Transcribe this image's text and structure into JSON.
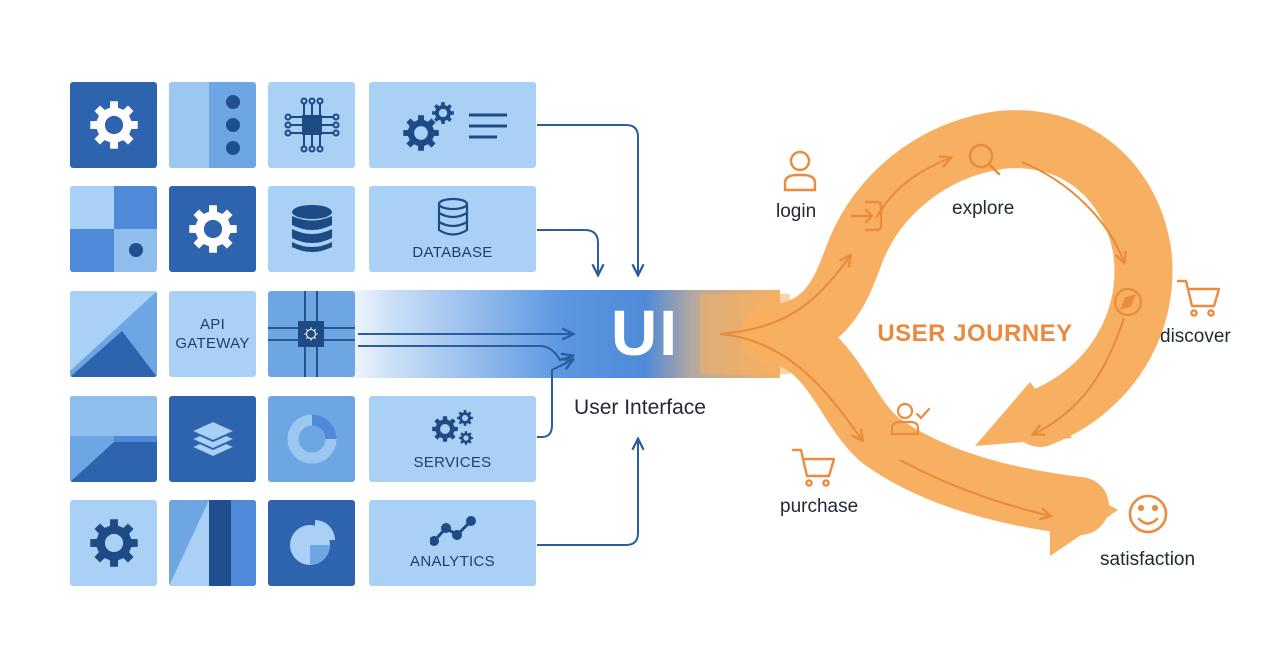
{
  "interface": {
    "headline": "UI",
    "subtitle": "User Interface"
  },
  "systems": {
    "tiles": [
      {
        "row": 0,
        "col": 0,
        "tone": "dark",
        "icon": "gear-icon"
      },
      {
        "row": 0,
        "col": 1,
        "tone": "mid",
        "icon": "vertical-dots-panel-icon"
      },
      {
        "row": 0,
        "col": 2,
        "tone": "light",
        "icon": "microchip-icon"
      },
      {
        "row": 0,
        "col": 3,
        "tone": "light",
        "icon": "gears-with-lines-icon",
        "caption": ""
      },
      {
        "row": 1,
        "col": 0,
        "tone": "mid",
        "icon": "checker-blocks-icon"
      },
      {
        "row": 1,
        "col": 1,
        "tone": "dark",
        "icon": "gear-icon"
      },
      {
        "row": 1,
        "col": 2,
        "tone": "light",
        "icon": "database-icon"
      },
      {
        "row": 1,
        "col": 3,
        "tone": "light",
        "icon": "database-icon",
        "caption": "DATABASE"
      },
      {
        "row": 2,
        "col": 0,
        "tone": "mid",
        "icon": "triangle-shapes-icon"
      },
      {
        "row": 2,
        "col": 1,
        "tone": "light",
        "icon": "",
        "caption": "API\nGATEWAY"
      },
      {
        "row": 2,
        "col": 2,
        "tone": "mid",
        "icon": "chip-circuit-icon"
      },
      {
        "row": 3,
        "col": 0,
        "tone": "mid",
        "icon": "corner-blocks-icon"
      },
      {
        "row": 3,
        "col": 1,
        "tone": "dark",
        "icon": "layers-icon"
      },
      {
        "row": 3,
        "col": 2,
        "tone": "mid",
        "icon": "donut-icon"
      },
      {
        "row": 3,
        "col": 3,
        "tone": "light",
        "icon": "gears-icon",
        "caption": "SERVICES"
      },
      {
        "row": 4,
        "col": 0,
        "tone": "light",
        "icon": "gear-icon"
      },
      {
        "row": 4,
        "col": 1,
        "tone": "mid",
        "icon": "split-panel-icon"
      },
      {
        "row": 4,
        "col": 2,
        "tone": "dark",
        "icon": "pie-chart-icon"
      },
      {
        "row": 4,
        "col": 3,
        "tone": "light",
        "icon": "line-chart-icon",
        "caption": "ANALYTICS"
      }
    ]
  },
  "journey": {
    "title": "USER JOURNEY",
    "steps": [
      {
        "id": "login",
        "label": "login",
        "icon": "user-icon"
      },
      {
        "id": "explore",
        "label": "explore",
        "icon": "magnifier-icon"
      },
      {
        "id": "discover",
        "label": "discover",
        "icon": "shopping-cart-icon"
      },
      {
        "id": "purchase",
        "label": "purchase",
        "icon": "shopping-cart-icon"
      },
      {
        "id": "satisfaction",
        "label": "satisfaction",
        "icon": "smiley-icon"
      }
    ],
    "markers": [
      "login-arrow-icon",
      "user-check-icon",
      "compass-icon"
    ]
  },
  "colors": {
    "tile_dark": "#2d64ad",
    "tile_mid": "#6ea6e4",
    "tile_light": "#a9d1f5",
    "connector": "#2a5d9e",
    "journey_orange": "#f7b061",
    "journey_text": "#e98a3c",
    "icon_orange": "#eb8b3e"
  }
}
